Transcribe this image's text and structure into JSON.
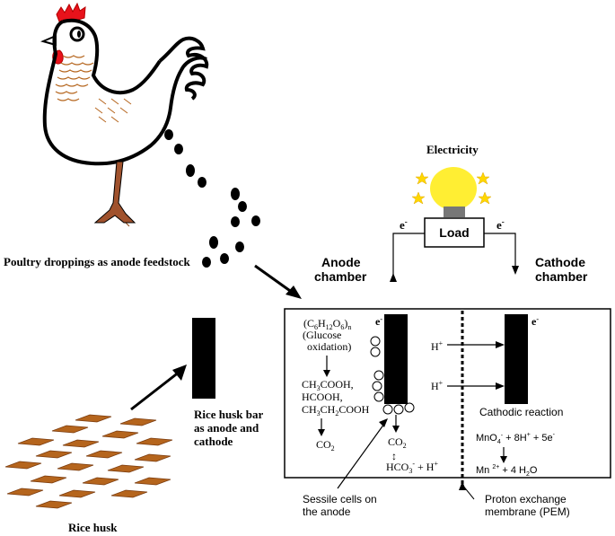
{
  "labels": {
    "electricity": "Electricity",
    "load": "Load",
    "electron_left": "e",
    "electron_right": "e",
    "electron_sup": "-",
    "anode_chamber_1": "Anode",
    "anode_chamber_2": "chamber",
    "cathode_chamber_1": "Cathode",
    "cathode_chamber_2": "chamber",
    "poultry": "Poultry droppings as anode feedstock",
    "rice_husk_bar_1": "Rice husk bar",
    "rice_husk_bar_2": "as anode and",
    "rice_husk_bar_3": "cathode",
    "rice_husk": "Rice husk",
    "sessile_1": "Sessile cells on",
    "sessile_2": "the anode",
    "pem_1": "Proton exchange",
    "pem_2": "membrane (PEM)"
  },
  "anode_side": {
    "glucose_formula": "(C6H12O6)n",
    "glucose_paren": "(Glucose",
    "glucose_ox": "oxidation)",
    "acid_1": "CH3COOH,",
    "acid_2": "HCOOH,",
    "acid_3": "CH3CH2COOH",
    "co2_left": "CO2",
    "e_anode": "e",
    "h_plus_1": "H+",
    "h_plus_2": "H+",
    "co2_mid": "CO2",
    "bicarbonate": "HCO3- + H+"
  },
  "cathode_side": {
    "e_cathode": "e",
    "reaction_title": "Cathodic reaction",
    "reaction_1": "MnO4- + 8H+ + 5e-",
    "reaction_2": "Mn2+ + 4 H2O"
  },
  "colors": {
    "bulb": "#ffee33",
    "star": "#ffd700",
    "husk": "#b5651d",
    "bar": "#000000",
    "socket": "#777777"
  }
}
